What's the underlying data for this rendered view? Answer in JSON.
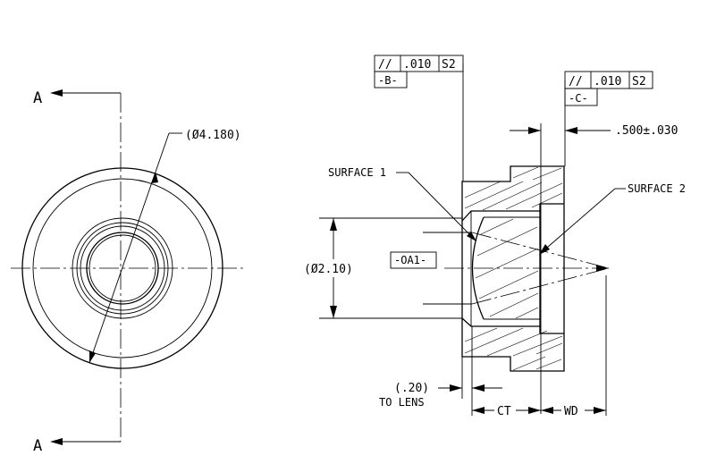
{
  "section_marks": {
    "top": "A",
    "bottom": "A"
  },
  "front_view": {
    "outer_diameter": "(Ø4.180)"
  },
  "callouts": {
    "fcf_b": {
      "symbol": "//",
      "tolerance": ".010",
      "modifier": "S2",
      "datum": "-B-"
    },
    "fcf_c": {
      "symbol": "//",
      "tolerance": ".010",
      "modifier": "S2",
      "datum": "-C-"
    },
    "thickness_dim": ".500±.030",
    "surface_1": "SURFACE 1",
    "surface_2": "SURFACE 2",
    "datum_a": "-OA1-",
    "aperture_diameter": "(Ø2.10)",
    "lens_offset": "(.20)",
    "lens_offset_note": "TO LENS",
    "ct_label": "CT",
    "wd_label": "WD"
  }
}
